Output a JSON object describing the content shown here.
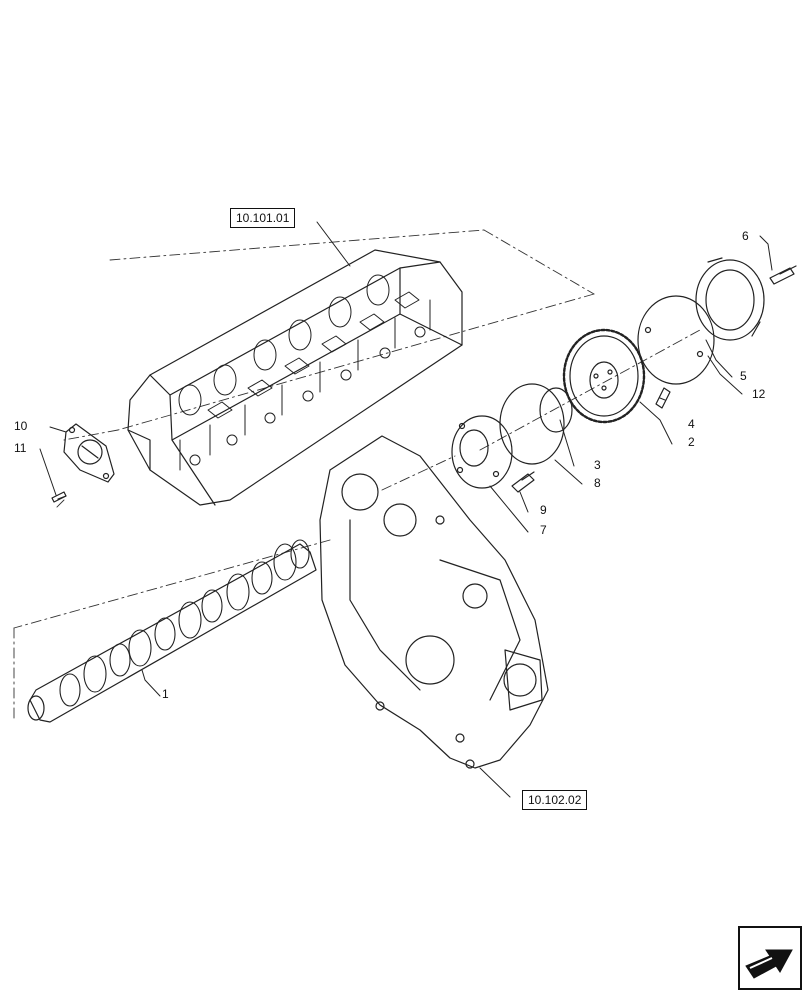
{
  "diagram": {
    "references": {
      "cylinder_head": "10.101.01",
      "timing_cover": "10.102.02"
    },
    "callouts": {
      "camshaft": "1",
      "camshaft_gear": "2",
      "o_ring_small": "3",
      "gear_bolt": "4",
      "phonic_wheel": "5",
      "plate_bolt": "6",
      "thrust_plate": "7",
      "o_ring_large": "8",
      "thrust_bolt": "9",
      "rear_cover": "10",
      "rear_cover_bolt": "11",
      "gasket": "12"
    }
  },
  "navigation": {
    "next_page_icon": "arrow-next-icon"
  }
}
